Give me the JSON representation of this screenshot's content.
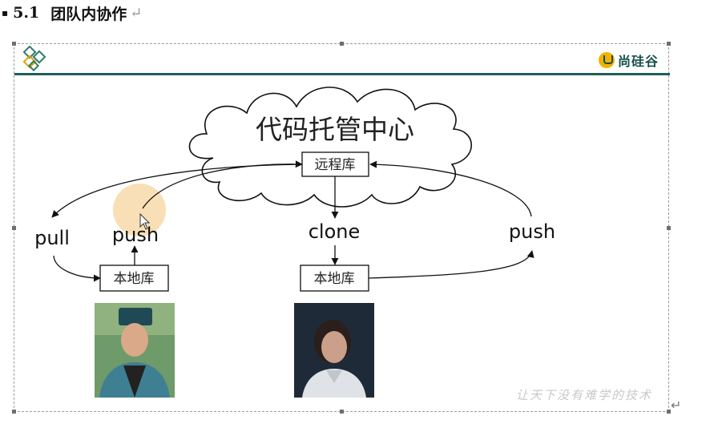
{
  "heading": {
    "bullet": "▪",
    "number": "5.1",
    "title": "团队内协作",
    "para_mark": "↵"
  },
  "slide": {
    "brand_name": "尚硅谷",
    "cloud_title": "代码托管中心",
    "remote_repo": "远程库",
    "local_repo_left": "本地库",
    "local_repo_right": "本地库",
    "label_pull": "pull",
    "label_push_left": "push",
    "label_clone": "clone",
    "label_push_right": "push",
    "watermark": "让天下没有难学的技术",
    "para_mark": "↵"
  },
  "colors": {
    "header_line": "#1f5e5b",
    "brand_gold": "#f2b300",
    "brand_teal": "#17504d",
    "cursor_highlight": "#f7d9a8"
  },
  "icons": [
    "diamond-logo-icon",
    "brand-u-icon",
    "mouse-cursor-icon"
  ]
}
